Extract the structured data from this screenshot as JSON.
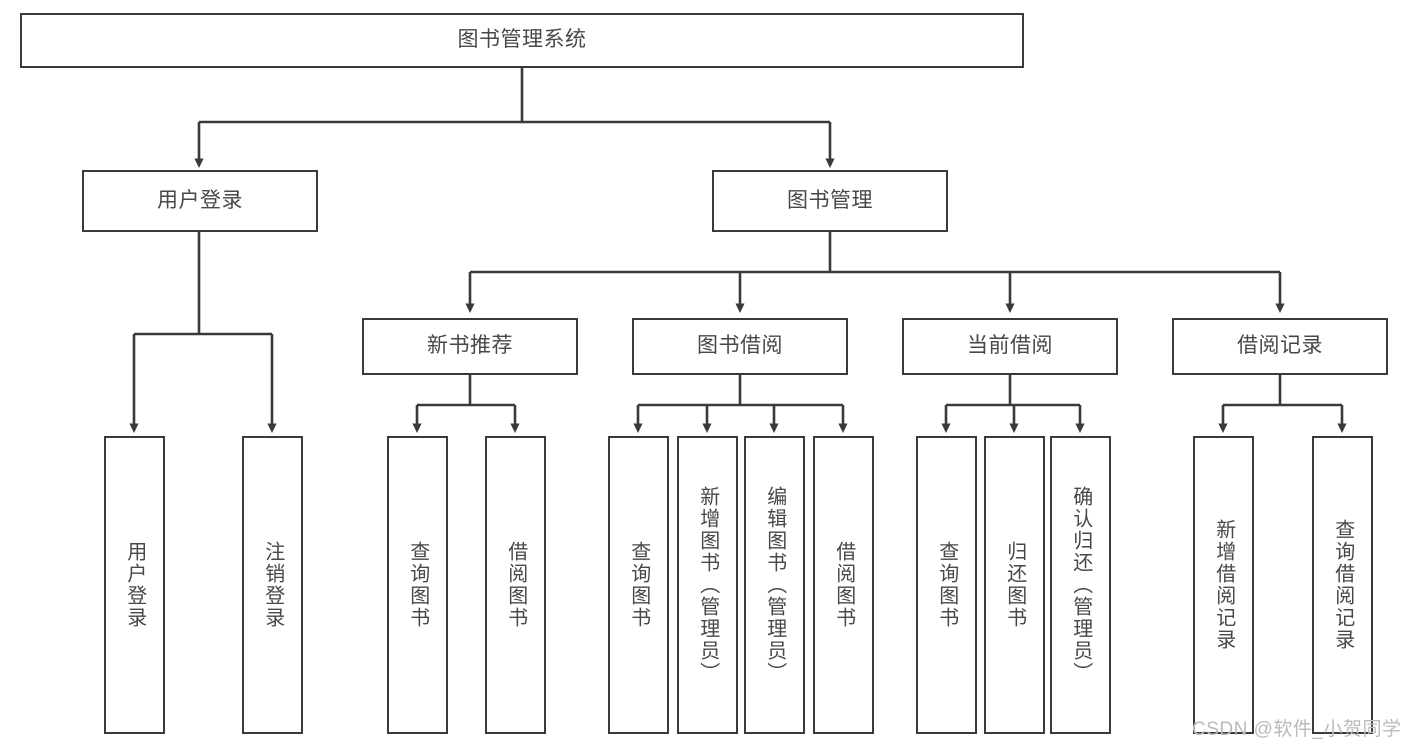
{
  "diagram": {
    "title": "图书管理系统",
    "type": "tree-hierarchy-diagram",
    "root": {
      "label": "图书管理系统"
    },
    "level2": [
      {
        "label": "用户登录"
      },
      {
        "label": "图书管理"
      }
    ],
    "level3": [
      {
        "label": "新书推荐"
      },
      {
        "label": "图书借阅"
      },
      {
        "label": "当前借阅"
      },
      {
        "label": "借阅记录"
      }
    ],
    "leaves": {
      "user_login": [
        {
          "label": "用户登录"
        },
        {
          "label": "注销登录"
        }
      ],
      "new_book_recommend": [
        {
          "label": "查询图书"
        },
        {
          "label": "借阅图书"
        }
      ],
      "book_borrow": [
        {
          "label": "查询图书"
        },
        {
          "label": "新增图书（管理员）"
        },
        {
          "label": "编辑图书（管理员）"
        },
        {
          "label": "借阅图书"
        }
      ],
      "current_borrow": [
        {
          "label": "查询图书"
        },
        {
          "label": "归还图书"
        },
        {
          "label": "确认归还（管理员）"
        }
      ],
      "borrow_record": [
        {
          "label": "新增借阅记录"
        },
        {
          "label": "查询借阅记录"
        }
      ]
    }
  },
  "watermark": {
    "text": "CSDN @软件_小贺同学"
  },
  "colors": {
    "stroke": "#3a3a3a",
    "text": "#46484a",
    "background": "#ffffff",
    "watermark": "#b9bbbd"
  }
}
